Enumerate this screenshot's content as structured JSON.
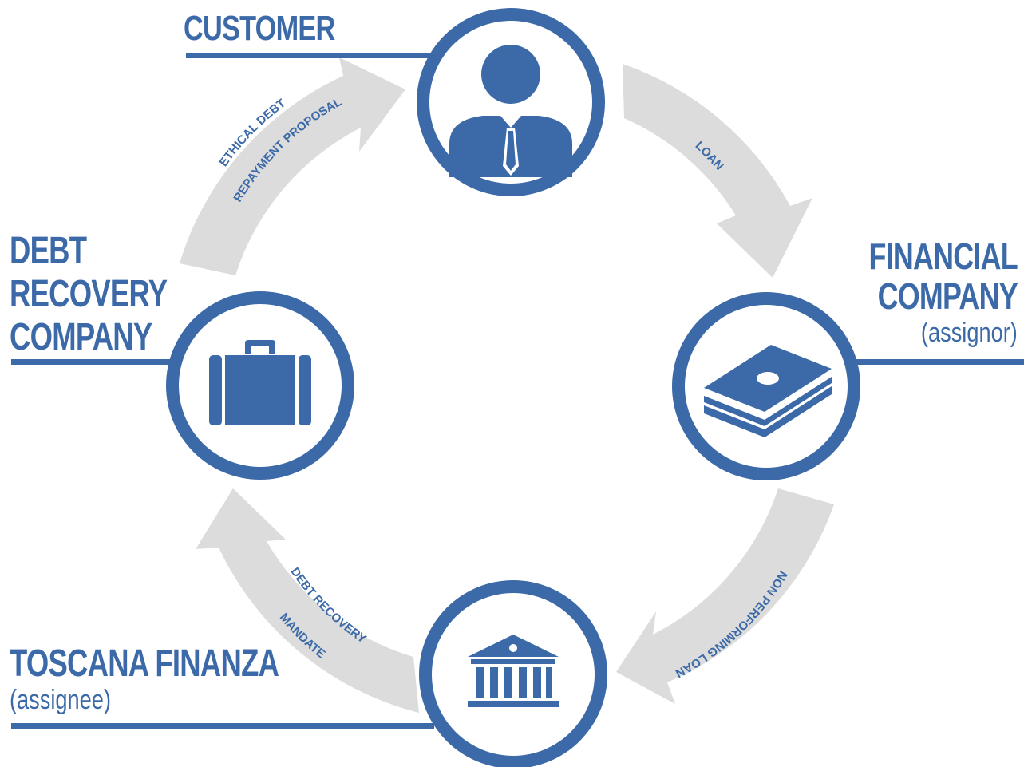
{
  "colors": {
    "primary": "#3c6aa8",
    "arrow": "#dcdcdc",
    "arrow_text": "#3c6aa8",
    "background": "#ffffff"
  },
  "nodes": {
    "customer": {
      "title": "CUSTOMER",
      "icon": "person-icon"
    },
    "financial_company": {
      "title_1": "FINANCIAL",
      "title_2": "COMPANY",
      "sub": "(assignor)",
      "icon": "money-stack-icon"
    },
    "toscana_finanza": {
      "title": "TOSCANA FINANZA",
      "sub": "(assignee)",
      "icon": "bank-icon"
    },
    "debt_recovery_company": {
      "title_1": "DEBT",
      "title_2": "RECOVERY",
      "title_3": "COMPANY",
      "icon": "briefcase-icon"
    }
  },
  "arrows": {
    "loan": "LOAN",
    "non_performing_loan": "NON PERFORMING LOAN",
    "debt_recovery_mandate_1": "DEBT RECOVERY",
    "debt_recovery_mandate_2": "MANDATE",
    "ethical_proposal_1": "ETHICAL DEBT",
    "ethical_proposal_2": "REPAYMENT PROPOSAL"
  }
}
